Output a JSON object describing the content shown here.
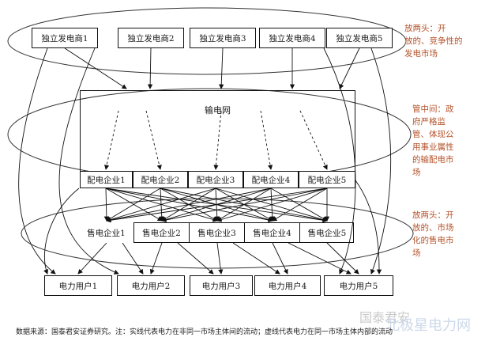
{
  "generators": [
    "独立发电商1",
    "独立发电商2",
    "独立发电商3",
    "独立发电商4",
    "独立发电商5"
  ],
  "grid_label": "输电网",
  "distributors": [
    "配电企业1",
    "配电企业2",
    "配电企业3",
    "配电企业4",
    "配电企业5"
  ],
  "retailers": [
    "售电企业1",
    "售电企业2",
    "售电企业3",
    "售电企业4",
    "售电企业5"
  ],
  "users": [
    "电力用户1",
    "电力用户2",
    "电力用户3",
    "电力用户4",
    "电力用户5"
  ],
  "notes": {
    "top": [
      "放两头：开",
      "放的、竞争性的",
      "发电市场"
    ],
    "middle": [
      "管中间：政",
      "府严格监",
      "管、体现公",
      "用事业属性",
      "的输配电市",
      "场"
    ],
    "bottom": [
      "放两头：开",
      "放的、市场",
      "化的售电市",
      "场"
    ]
  },
  "footer": "数据来源：国泰君安证券研究。注：实线代表电力在非同一市场主体间的流动；虚线代表电力在同一市场主体内部的流动",
  "watermark": {
    "text1": "国泰君安",
    "text2": "北极星电力网"
  },
  "colors": {
    "note": "#b4532a",
    "line": "#111111"
  }
}
